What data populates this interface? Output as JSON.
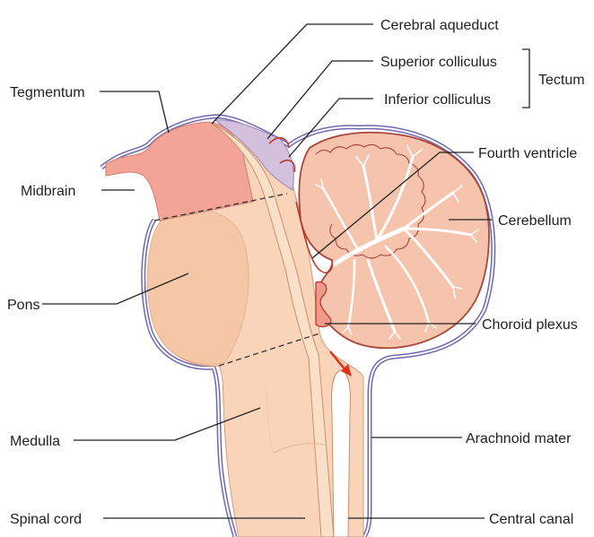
{
  "labels": {
    "cerebral_aqueduct": "Cerebral aqueduct",
    "superior_colliculus": "Superior colliculus",
    "inferior_colliculus": "Inferior colliculus",
    "tectum": "Tectum",
    "tegmentum": "Tegmentum",
    "fourth_ventricle": "Fourth ventricle",
    "midbrain": "Midbrain",
    "cerebellum": "Cerebellum",
    "pons": "Pons",
    "choroid_plexus": "Choroid plexus",
    "medulla": "Medulla",
    "arachnoid_mater": "Arachnoid mater",
    "spinal_cord": "Spinal cord",
    "central_canal": "Central canal"
  },
  "colors": {
    "brainstem": "#f9d4b8",
    "midbrain": "#f4a497",
    "tectum": "#d2c0dd",
    "cerebellum": "#f6c3ad",
    "folia_outline": "#a8463a",
    "arachnoid": "#7068b0",
    "pia": "#d6402e",
    "flow_arrow": "#e0301e"
  }
}
